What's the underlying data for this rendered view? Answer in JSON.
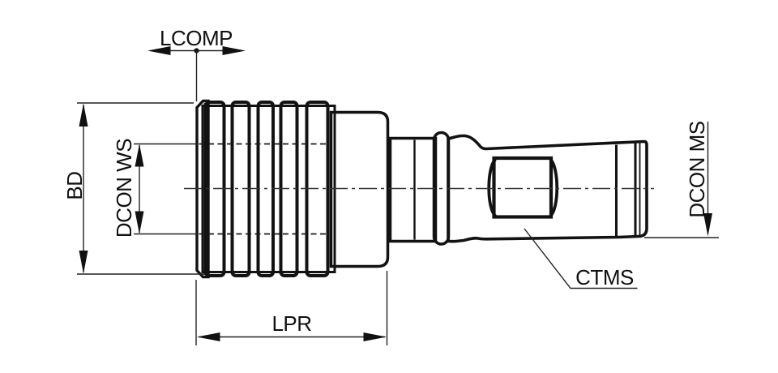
{
  "drawing": {
    "type": "technical-dimension-drawing",
    "view": "side-profile-tool-holder",
    "labels": {
      "lcomp": "LCOMP",
      "bd": "BD",
      "dcon_ws": "DCON WS",
      "lpr": "LPR",
      "ctms": "CTMS",
      "dcon_ms": "DCON MS"
    },
    "colors": {
      "background": "#ffffff",
      "outline": "#121212",
      "dimension_lines": "#222222",
      "metal_highlight": "#f7fafa",
      "metal_mid": "#d8e0e0",
      "metal_shadow": "#95a1a1"
    }
  }
}
